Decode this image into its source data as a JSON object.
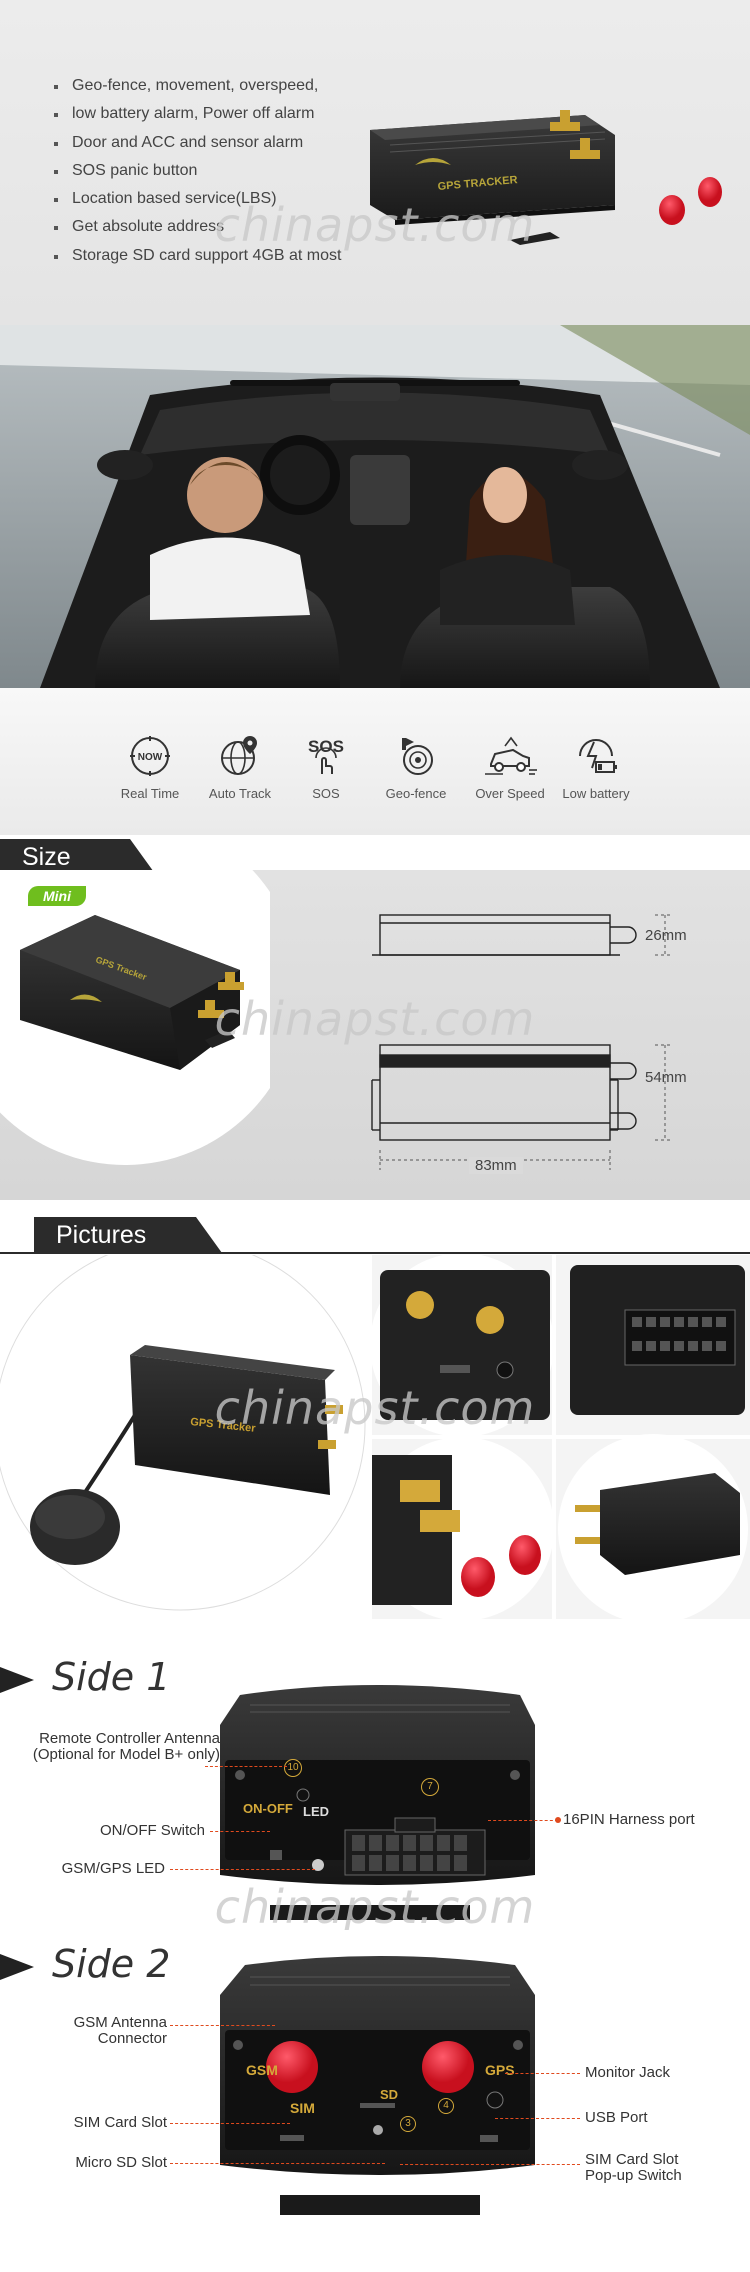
{
  "watermark": "chinapst.com",
  "features_list": [
    "Geo-fence, movement, overspeed,",
    "low battery alarm, Power off alarm",
    "Door and ACC and sensor alarm",
    "SOS panic button",
    "Location based service(LBS)",
    "Get absolute address",
    "Storage SD card support 4GB at most"
  ],
  "device_label": "GPS TRACKER",
  "device_label_small": "GPS Tracker",
  "icons": [
    {
      "label": "Real Time",
      "icon": "now-icon"
    },
    {
      "label": "Auto Track",
      "icon": "globe-pin-icon"
    },
    {
      "label": "SOS",
      "icon": "sos-icon"
    },
    {
      "label": "Geo-fence",
      "icon": "geo-fence-icon"
    },
    {
      "label": "Over Speed",
      "icon": "car-speed-icon"
    },
    {
      "label": "Low battery",
      "icon": "low-battery-icon"
    }
  ],
  "size": {
    "title": "Size",
    "badge": "Mini",
    "height": "26mm",
    "width": "54mm",
    "length": "83mm"
  },
  "pictures": {
    "title": "Pictures"
  },
  "side1": {
    "title": "Side 1",
    "labels": {
      "remote": "Remote Controller Antenna",
      "remote_note": "(Optional for Model B+ only)",
      "onoff": "ON/OFF Switch",
      "led": "GSM/GPS LED",
      "harness": "16PIN Harness port"
    },
    "panel": {
      "onoff": "ON-OFF",
      "led": "LED",
      "n10": "10",
      "n7": "7"
    }
  },
  "side2": {
    "title": "Side 2",
    "labels": {
      "gsm": "GSM Antenna",
      "gsm2": "Connector",
      "sim": "SIM Card Slot",
      "microsd": "Micro SD Slot",
      "monitor": "Monitor Jack",
      "usb": "USB Port",
      "popup": "SIM Card Slot",
      "popup2": "Pop-up Switch"
    },
    "panel": {
      "gsm": "GSM",
      "gps": "GPS",
      "sim": "SIM",
      "sd": "SD",
      "n3": "3",
      "n4": "4"
    }
  },
  "colors": {
    "accent": "#e04a1e",
    "badge": "#6fbe1e",
    "tab": "#2b2b2b",
    "cap": "#e0142a"
  }
}
